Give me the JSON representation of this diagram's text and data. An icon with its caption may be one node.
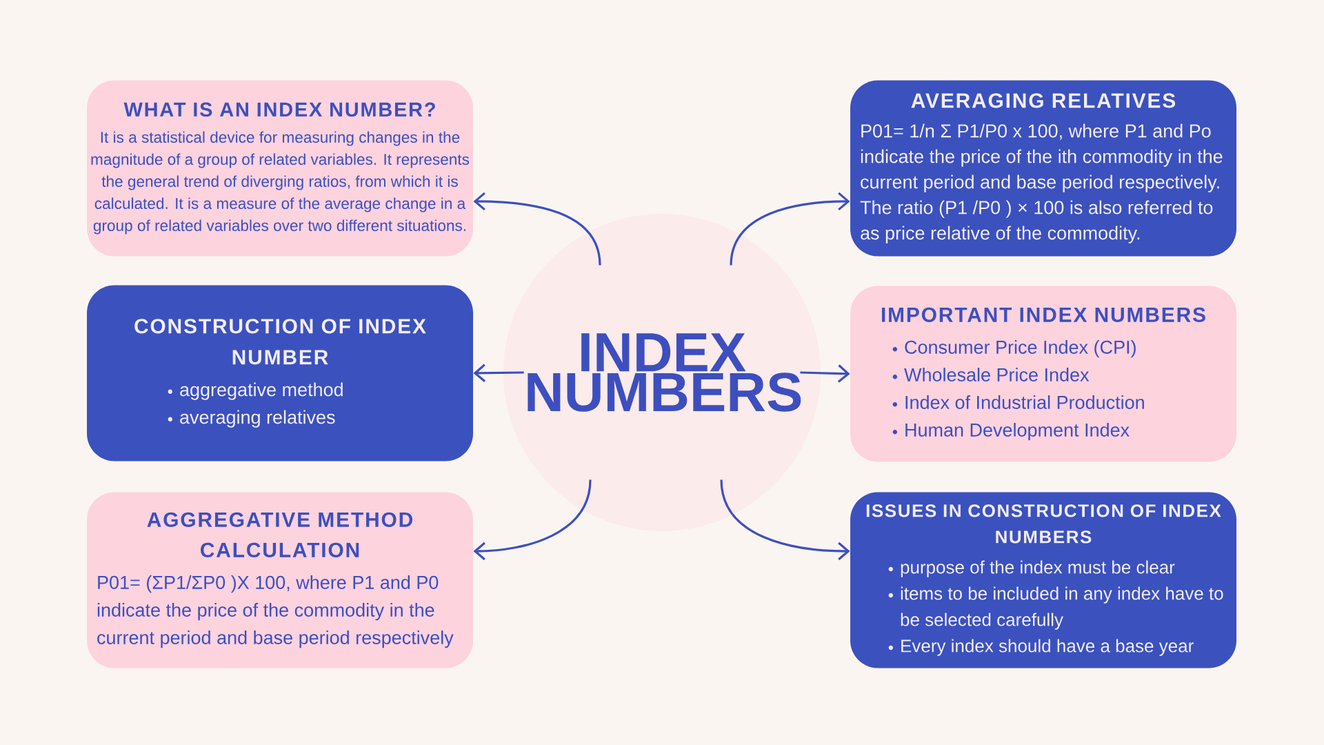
{
  "diagram": {
    "nodes": [
      {
        "text": [
          "WHAT IS AN INDEX NUMBER?",
          "It is a statistical device for measuring changes in the magnitude of a group of related variables. It represents the general trend of diverging ratios, from which it is calculated. It is a measure of the average change in a group of related variables over two different situations."
        ]
      },
      {
        "text": [
          "AVERAGING RELATIVES",
          "P01= 1/n Σ P1/P0 x 100, where P1 and Po indicate the price of the ith commodity in the current period and base period respectively. The ratio (P1 /P0 ) × 100 is also referred to as price relative of the commodity."
        ]
      },
      {
        "text": [
          "CONSTRUCTION OF INDEX NUMBER",
          "aggregative method",
          "averaging relatives"
        ]
      },
      {
        "text": [
          "INDEX NUMBERS"
        ]
      },
      {
        "text": [
          "IMPORTANT INDEX NUMBERS",
          "Consumer Price Index (CPI)",
          "Wholesale Price Index",
          "Index of Industrial Production",
          "Human Development Index"
        ]
      },
      {
        "text": [
          "AGGREGATIVE METHOD CALCULATION",
          "P01= (ΣP1/ΣP0 )X 100, where P1 and P0 indicate the price of the commodity in the current period and base period respectively"
        ]
      },
      {
        "text": [
          "ISSUES IN CONSTRUCTION OF INDEX NUMBERS",
          "purpose of the index must be clear",
          "items to be included in any index have to be selected carefully",
          "Every index should have a base year"
        ]
      }
    ],
    "edges": [
      {
        "from": 3,
        "to": 0,
        "arrow": "to"
      },
      {
        "from": 3,
        "to": 1,
        "arrow": "to"
      },
      {
        "from": 3,
        "to": 2,
        "arrow": "to"
      },
      {
        "from": 3,
        "to": 4,
        "arrow": "to"
      },
      {
        "from": 3,
        "to": 5,
        "arrow": "to"
      },
      {
        "from": 3,
        "to": 6,
        "arrow": "to"
      }
    ]
  }
}
